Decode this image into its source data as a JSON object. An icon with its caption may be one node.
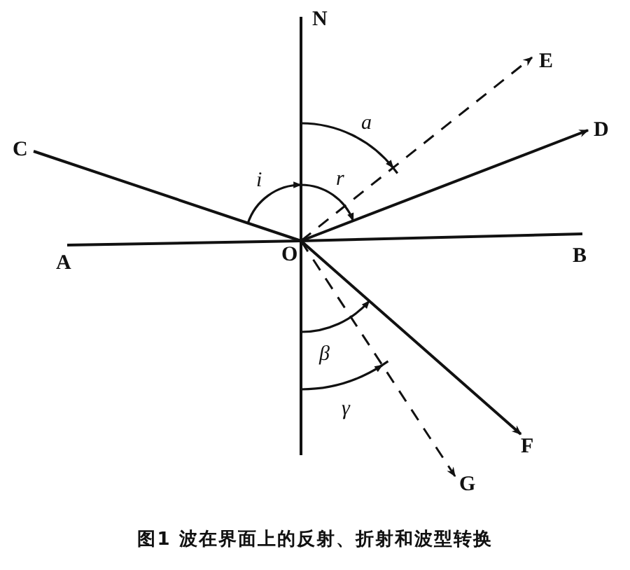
{
  "diagram": {
    "caption": "图1 波在界面上的反射、折射和波型转换",
    "nodes": [
      {
        "text": [
          "N"
        ]
      },
      {
        "text": [
          "E"
        ]
      },
      {
        "text": [
          "C"
        ]
      },
      {
        "text": [
          "D"
        ]
      },
      {
        "text": [
          "A"
        ]
      },
      {
        "text": [
          "O"
        ]
      },
      {
        "text": [
          "B"
        ]
      },
      {
        "text": [
          "F"
        ]
      },
      {
        "text": [
          "G"
        ]
      }
    ],
    "edges": [
      {
        "from": 2,
        "to": 5,
        "arrow": "none"
      },
      {
        "from": 5,
        "to": 3,
        "arrow": "to"
      },
      {
        "from": 5,
        "to": 1,
        "arrow": "to",
        "style": "dashed"
      },
      {
        "from": 5,
        "to": 7,
        "arrow": "to"
      },
      {
        "from": 5,
        "to": 8,
        "arrow": "to",
        "style": "dashed"
      },
      {
        "from": 0,
        "to": 5,
        "arrow": "none"
      },
      {
        "from": 5,
        "to": null,
        "arrow": "none"
      },
      {
        "from": 4,
        "to": 5,
        "arrow": "none"
      },
      {
        "from": 5,
        "to": 6,
        "arrow": "none"
      }
    ],
    "labels": [
      "a",
      "i",
      "r",
      "β",
      "γ"
    ]
  }
}
